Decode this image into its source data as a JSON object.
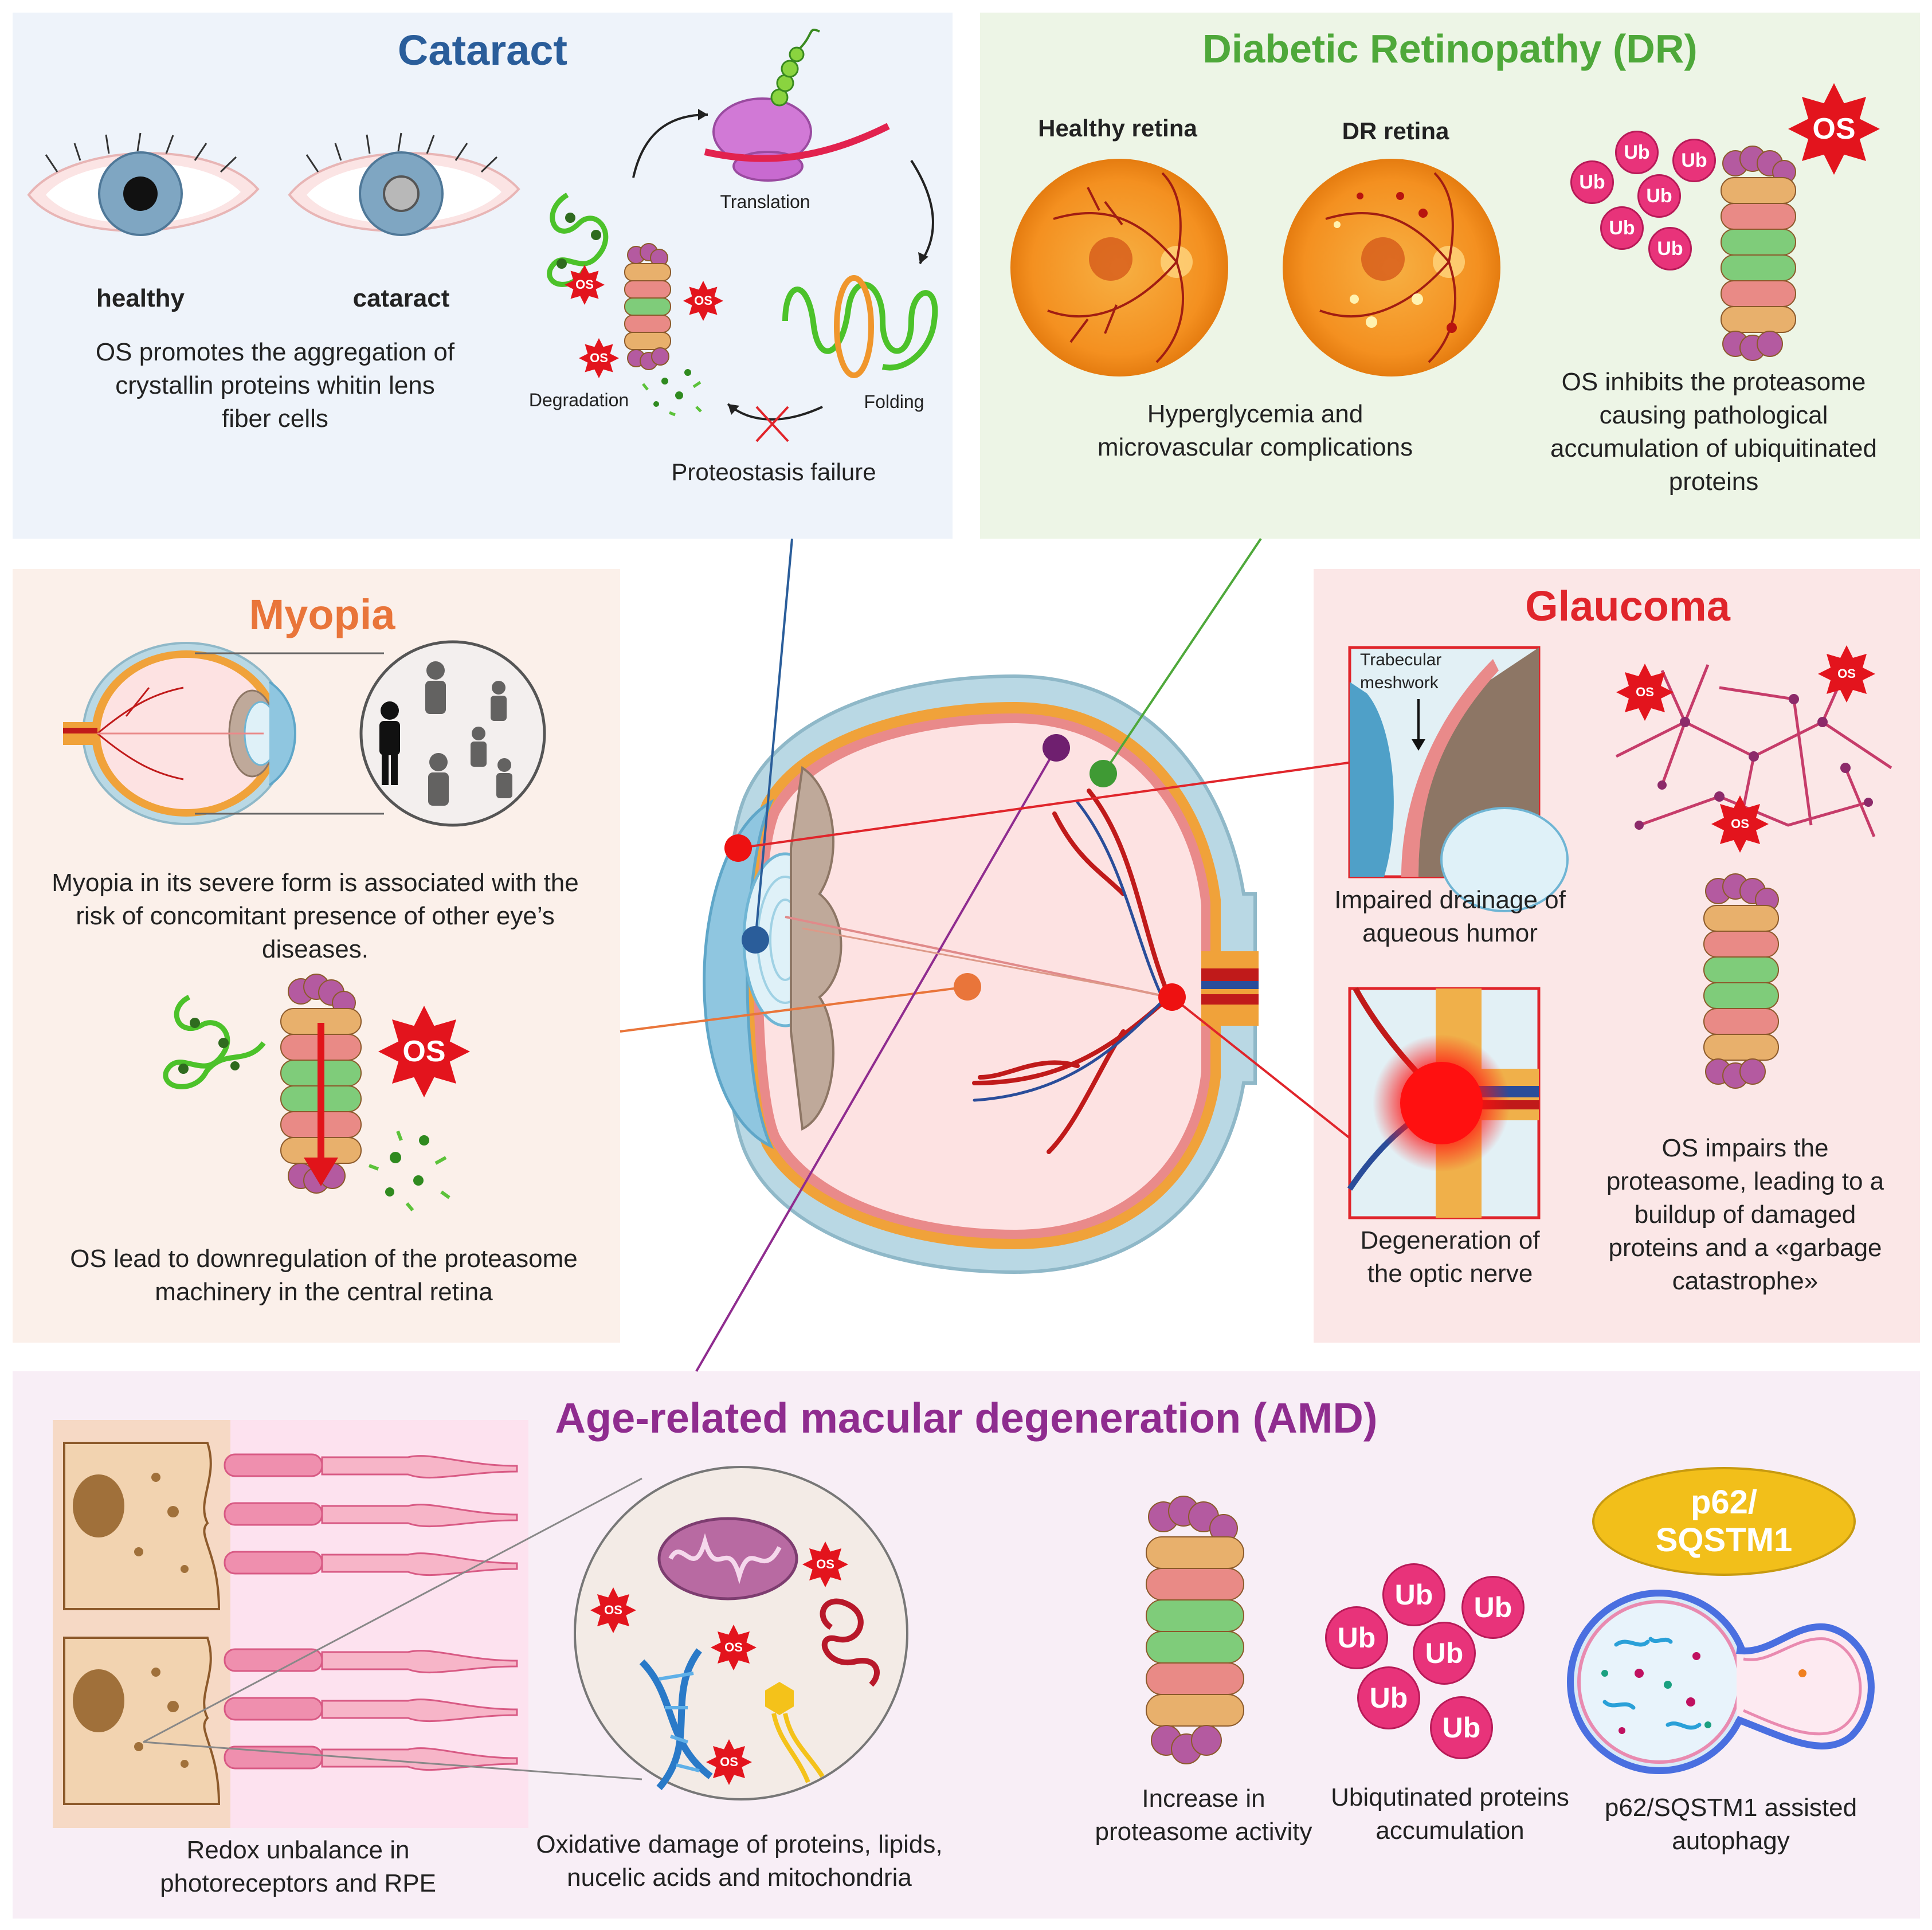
{
  "colors": {
    "cataract": "#2a5d9a",
    "dr": "#4ea83a",
    "myopia": "#e9753a",
    "glaucoma": "#e0252b",
    "amd": "#8f2c8f",
    "os_star": "#e3141d",
    "ub": "#e8337a",
    "p62": "#f2bf1a"
  },
  "cataract": {
    "title": "Cataract",
    "eye_healthy_label": "healthy",
    "eye_cataract_label": "cataract",
    "description": "OS promotes the aggregation of crystallin proteins whitin lens fiber cells",
    "cycle": {
      "translation": "Translation",
      "folding": "Folding",
      "degradation": "Degradation",
      "failure": "Proteostasis failure"
    }
  },
  "dr": {
    "title": "Diabetic Retinopathy (DR)",
    "healthy_label": "Healthy retina",
    "dr_label": "DR retina",
    "hyperglycemia": "Hyperglycemia and microvascular complications",
    "proteasome_text": "OS inhibits the proteasome causing pathological accumulation of ubiquitinated proteins"
  },
  "myopia": {
    "title": "Myopia",
    "severe_text": "Myopia in its severe form is associated with the risk of concomitant presence of other eye’s diseases.",
    "downreg_text": "OS lead to downregulation of the proteasome machinery in the central retina"
  },
  "glaucoma": {
    "title": "Glaucoma",
    "trabecular_label": "Trabecular meshwork",
    "drainage_text": "Impaired drainage of aqueous humor",
    "optic_text": "Degeneration  of the optic nerve",
    "proteasome_text": "OS impairs the proteasome, leading to a buildup of damaged proteins and a «garbage catastrophe»"
  },
  "amd": {
    "title": "Age-related macular degeneration (AMD)",
    "redox_text": "Redox unbalance in photoreceptors and RPE",
    "oxidative_text": "Oxidative damage of proteins, lipids, nucelic acids and mitochondria",
    "increase_text": "Increase in proteasome activity",
    "ub_text": "Ubiqutinated proteins accumulation",
    "p62_badge": "p62/ SQSTM1",
    "autophagy_text": "p62/SQSTM1 assisted autophagy"
  },
  "os_label": "OS",
  "ub_label": "Ub"
}
